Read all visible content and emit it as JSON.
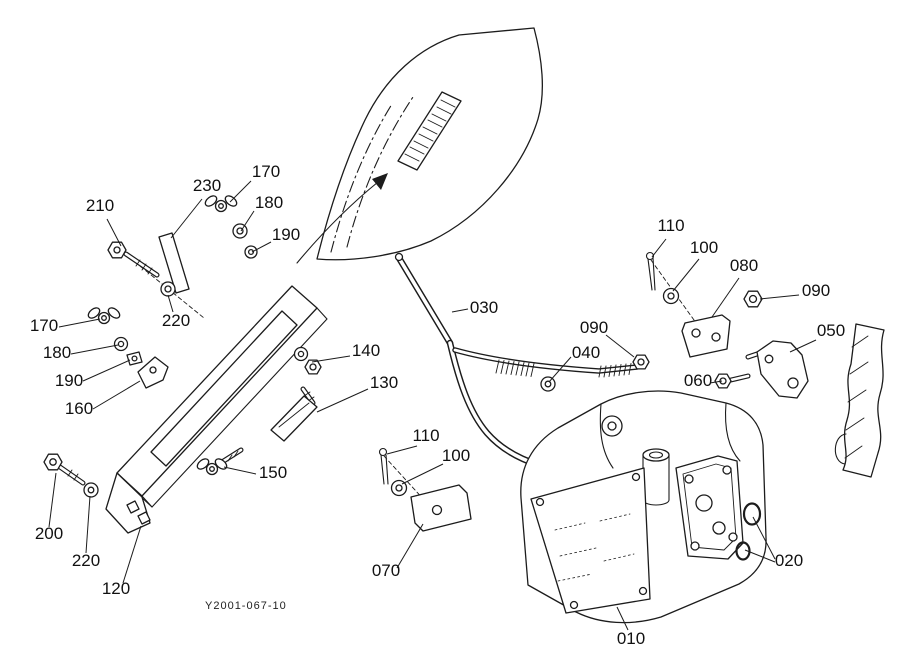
{
  "page": {
    "background": "#ffffff",
    "line_color": "#1c1c1c"
  },
  "diagram": {
    "drawing_code": "Y2001-067-10",
    "callouts": {
      "n210": "210",
      "n230": "230",
      "n170_top": "170",
      "n180_top": "180",
      "n190_top": "190",
      "n220_top": "220",
      "n170_left": "170",
      "n180_left": "180",
      "n190_left": "190",
      "n160": "160",
      "n140": "140",
      "n130": "130",
      "n030": "030",
      "n040": "040",
      "n090_mid": "090",
      "n110_right": "110",
      "n100_right": "100",
      "n080": "080",
      "n090_right": "090",
      "n050": "050",
      "n060": "060",
      "n110_left": "110",
      "n100_left": "100",
      "n150": "150",
      "n200": "200",
      "n220_bottom": "220",
      "n120": "120",
      "n070": "070",
      "n020": "020",
      "n010": "010"
    }
  }
}
